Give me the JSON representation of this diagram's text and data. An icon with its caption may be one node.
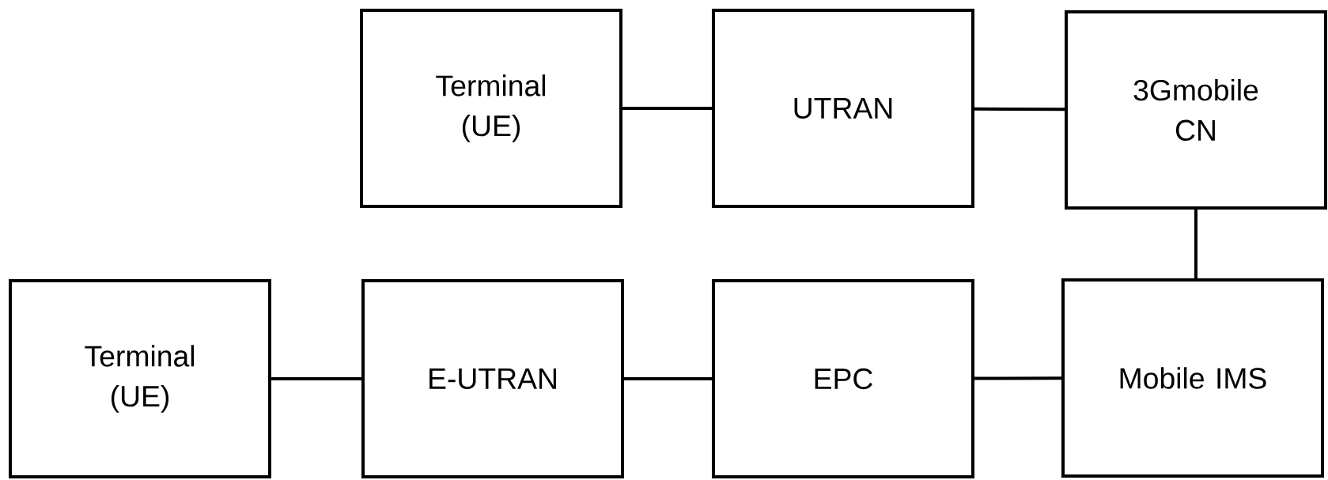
{
  "diagram": {
    "nodes": [
      {
        "text": [
          "Terminal (UE)"
        ]
      },
      {
        "text": [
          "UTRAN"
        ]
      },
      {
        "text": [
          "3Gmobile CN"
        ]
      },
      {
        "text": [
          "Terminal (UE)"
        ]
      },
      {
        "text": [
          "E-UTRAN"
        ]
      },
      {
        "text": [
          "EPC"
        ]
      },
      {
        "text": [
          "Mobile IMS"
        ]
      }
    ],
    "edges": [
      {
        "from": 0,
        "to": 1,
        "arrow": "none"
      },
      {
        "from": 1,
        "to": 2,
        "arrow": "none"
      },
      {
        "from": 2,
        "to": 6,
        "arrow": "none"
      },
      {
        "from": 3,
        "to": 4,
        "arrow": "none"
      },
      {
        "from": 4,
        "to": 5,
        "arrow": "none"
      },
      {
        "from": 5,
        "to": 6,
        "arrow": "none"
      }
    ]
  }
}
